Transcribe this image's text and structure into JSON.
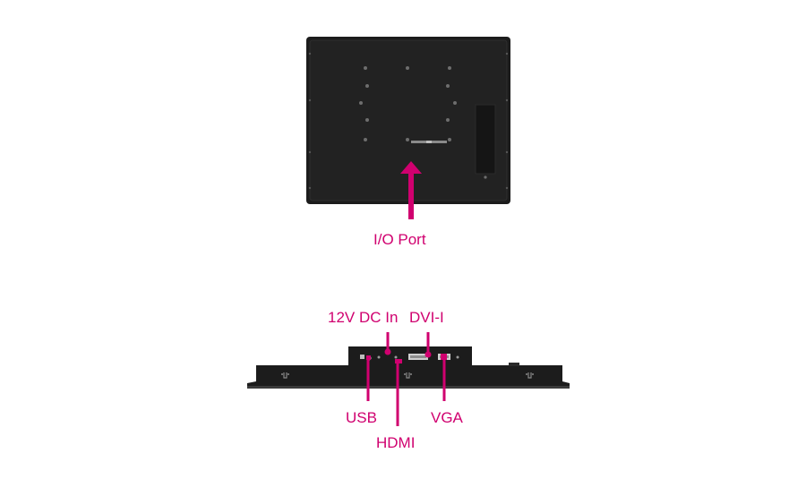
{
  "accent_color": "#d0006f",
  "device_color": "#1c1c1c",
  "rear_view": {
    "callout": {
      "label": "I/O Port",
      "icon": "arrow-up-icon"
    }
  },
  "bottom_view": {
    "callouts": [
      {
        "id": "dc-in",
        "label": "12V DC In"
      },
      {
        "id": "dvi",
        "label": "DVI-I"
      },
      {
        "id": "usb",
        "label": "USB"
      },
      {
        "id": "vga",
        "label": "VGA"
      },
      {
        "id": "hdmi",
        "label": "HDMI"
      }
    ]
  }
}
